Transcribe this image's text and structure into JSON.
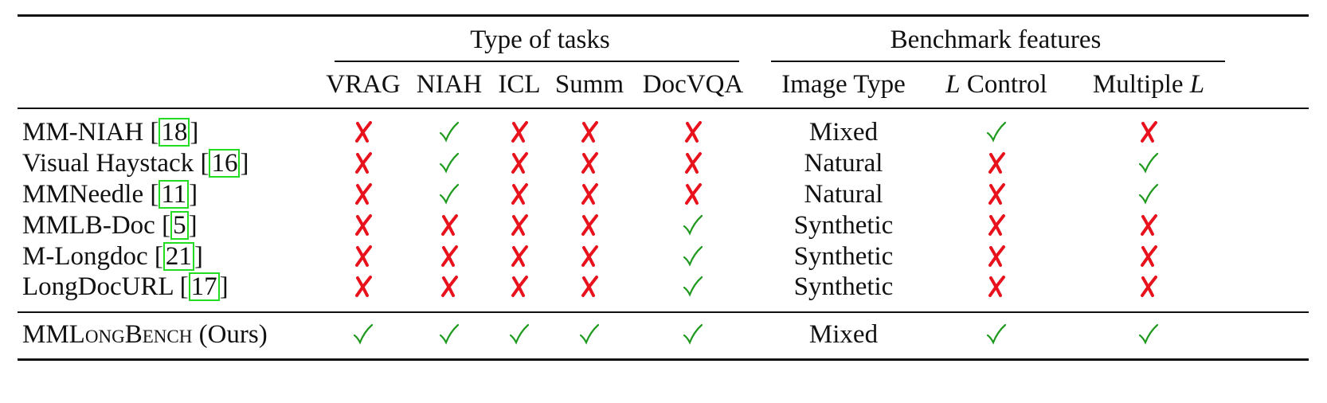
{
  "table": {
    "group_headers": {
      "tasks": "Type of tasks",
      "features": "Benchmark features"
    },
    "columns": [
      {
        "label": "VRAG"
      },
      {
        "label": "NIAH"
      },
      {
        "label": "ICL"
      },
      {
        "label": "Summ"
      },
      {
        "label": "DocVQA"
      },
      {
        "label": "Image Type"
      },
      {
        "label_italic": "L",
        "label_rest": " Control"
      },
      {
        "label_rest": "Multiple ",
        "label_italic": "L"
      }
    ],
    "rows": [
      {
        "name": "MM-NIAH [",
        "ref": "18",
        "close": "]",
        "marks": [
          "cross",
          "check",
          "cross",
          "cross",
          "cross"
        ],
        "image_type": "Mixed",
        "l_control": "check",
        "multiple_l": "cross"
      },
      {
        "name": "Visual Haystack [",
        "ref": "16",
        "close": "]",
        "marks": [
          "cross",
          "check",
          "cross",
          "cross",
          "cross"
        ],
        "image_type": "Natural",
        "l_control": "cross",
        "multiple_l": "check"
      },
      {
        "name": "MMNeedle [",
        "ref": "11",
        "close": "]",
        "marks": [
          "cross",
          "check",
          "cross",
          "cross",
          "cross"
        ],
        "image_type": "Natural",
        "l_control": "cross",
        "multiple_l": "check"
      },
      {
        "name": "MMLB-Doc [",
        "ref": "5",
        "close": "]",
        "marks": [
          "cross",
          "cross",
          "cross",
          "cross",
          "check"
        ],
        "image_type": "Synthetic",
        "l_control": "cross",
        "multiple_l": "cross"
      },
      {
        "name": "M-Longdoc [",
        "ref": "21",
        "close": "]",
        "marks": [
          "cross",
          "cross",
          "cross",
          "cross",
          "check"
        ],
        "image_type": "Synthetic",
        "l_control": "cross",
        "multiple_l": "cross"
      },
      {
        "name": "LongDocURL [",
        "ref": "17",
        "close": "]",
        "marks": [
          "cross",
          "cross",
          "cross",
          "cross",
          "check"
        ],
        "image_type": "Synthetic",
        "l_control": "cross",
        "multiple_l": "cross"
      }
    ],
    "ours": {
      "name_mm": "MML",
      "name_ong": "ong",
      "name_b": "B",
      "name_ench": "ench",
      "suffix": " (Ours)",
      "marks": [
        "check",
        "check",
        "check",
        "check",
        "check"
      ],
      "image_type": "Mixed",
      "l_control": "check",
      "multiple_l": "check"
    },
    "mark_icons": {
      "check": "check-icon",
      "cross": "cross-icon"
    },
    "colors": {
      "check": "#1f9a1f",
      "cross": "#e8121d",
      "ref_box": "#22dd22"
    }
  }
}
